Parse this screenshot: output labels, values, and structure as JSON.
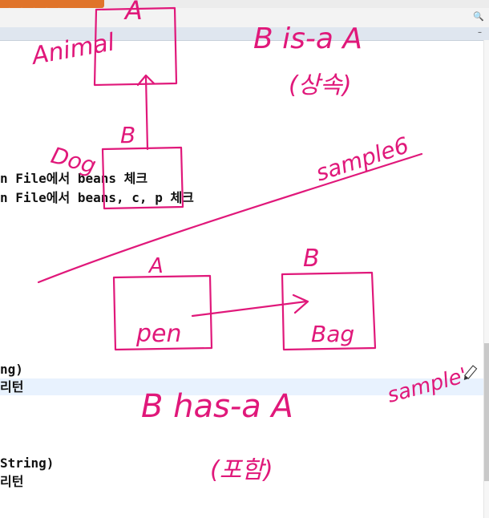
{
  "code_lines": {
    "l1": "n File에서 beans 체크",
    "l2": "n File에서 beans, c, p 체크",
    "l3": "ng)",
    "l4": "리턴",
    "l5": "String)",
    "l6": "리턴"
  },
  "handwriting": {
    "box_a_top": "A",
    "animal": "Animal",
    "b_label_1": "B",
    "dog": "Dog",
    "is_a": "B is-a A",
    "sangsok": "(상속)",
    "sample6": "sample6",
    "a_label": "A",
    "b_label_2": "B",
    "pen": "pen",
    "bag": "Bag",
    "has_a": "B has-a A",
    "sample_right": "sample'",
    "pohamham": "(포함)"
  },
  "colors": {
    "ink": "#e0187a",
    "toolbar_orange": "#e0742a",
    "highlight_row": "#e8f2fe"
  },
  "icons": [
    "search-icon",
    "collapse-icon",
    "pencil-cursor-icon"
  ]
}
